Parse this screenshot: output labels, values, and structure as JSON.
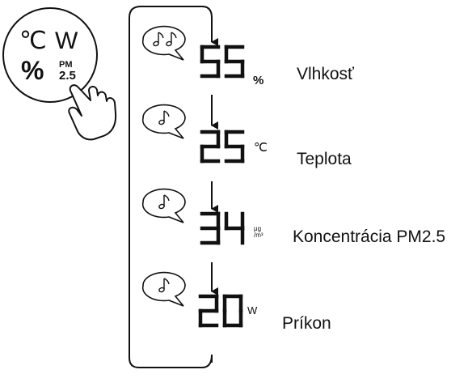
{
  "button": {
    "line1_left": "℃",
    "line1_right": "W",
    "line2_left": "%",
    "line2_right_top": "PM",
    "line2_right_bottom": "2.5"
  },
  "steps": [
    {
      "value": "55",
      "unit": "%",
      "label": "Vlhkosť",
      "beeps": 2
    },
    {
      "value": "25",
      "unit": "℃",
      "label": "Teplota",
      "beeps": 1
    },
    {
      "value": "34",
      "unit": "μg/m³",
      "unit_top": "μg",
      "unit_bottom": "/m³",
      "label": "Koncentrácia PM2.5",
      "beeps": 1
    },
    {
      "value": "20",
      "unit": "W",
      "label": "Príkon",
      "beeps": 1
    }
  ]
}
